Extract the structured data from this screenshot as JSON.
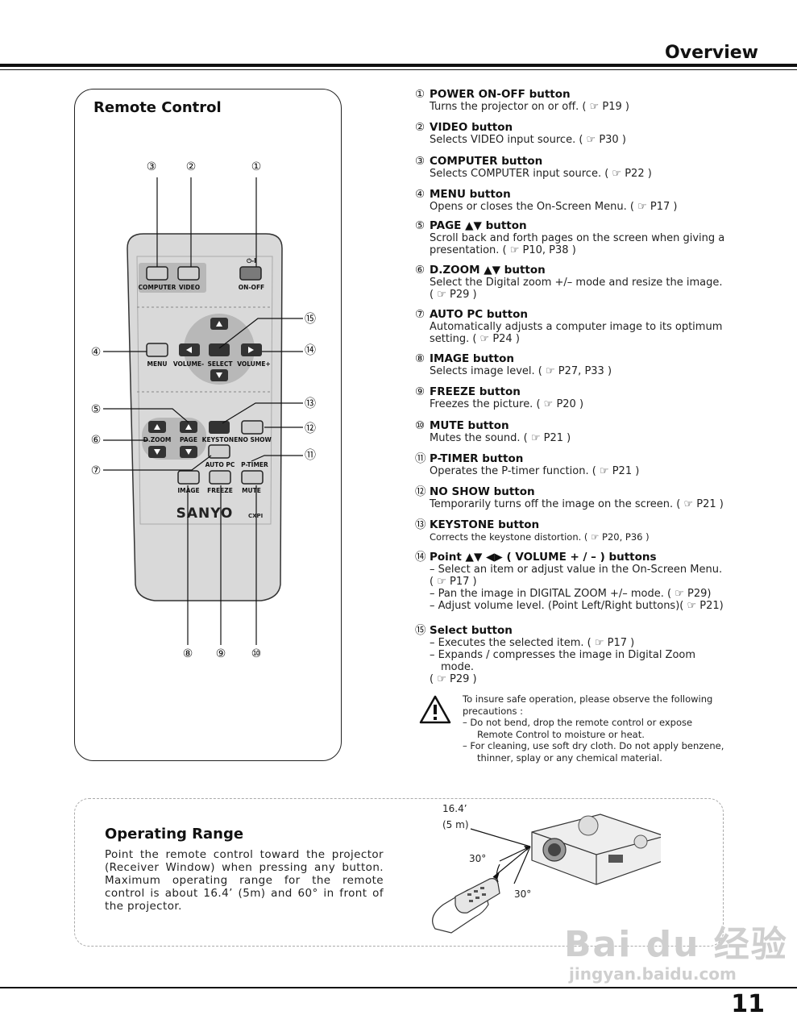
{
  "header": {
    "title": "Overview"
  },
  "remote_control": {
    "title": "Remote Control",
    "callouts": [
      "①",
      "②",
      "③",
      "④",
      "⑤",
      "⑥",
      "⑦",
      "⑧",
      "⑨",
      "⑩",
      "⑪",
      "⑫",
      "⑬",
      "⑭",
      "⑮"
    ],
    "labels": {
      "power_symbol": "⏻-I",
      "computer": "COMPUTER",
      "video": "VIDEO",
      "on_off": "ON-OFF",
      "menu": "MENU",
      "volume_minus": "VOLUME-",
      "select": "SELECT",
      "volume_plus": "VOLUME+",
      "dzoom": "D.ZOOM",
      "page": "PAGE",
      "keystone": "KEYSTONE",
      "no_show": "NO SHOW",
      "auto_pc": "AUTO PC",
      "p_timer": "P-TIMER",
      "image": "IMAGE",
      "freeze": "FREEZE",
      "mute": "MUTE",
      "brand": "SANYO",
      "model": "CXPI"
    }
  },
  "descriptions": [
    {
      "num": "①",
      "title": "POWER ON-OFF button",
      "lines": [
        "Turns the projector on or off.  ( ☞ P19 )"
      ]
    },
    {
      "num": "②",
      "title": "VIDEO button",
      "lines": [
        "Selects VIDEO input source. ( ☞ P30 )"
      ]
    },
    {
      "num": "③",
      "title": "COMPUTER button",
      "lines": [
        "Selects COMPUTER input source. ( ☞ P22 )"
      ]
    },
    {
      "num": "④",
      "title": "MENU button",
      "lines": [
        "Opens or closes the On-Screen Menu. ( ☞ P17 )"
      ]
    },
    {
      "num": "⑤",
      "title": "PAGE  ▲▼ button",
      "lines": [
        "Scroll back and forth pages on the screen when giving a",
        "presentation.  ( ☞ P10, P38 )"
      ]
    },
    {
      "num": "⑥",
      "title": "D.ZOOM ▲▼ button",
      "lines": [
        " Select the Digital zoom +/– mode and resize the image.",
        " ( ☞ P29 )"
      ]
    },
    {
      "num": "⑦",
      "title": "AUTO PC button",
      "lines": [
        "Automatically adjusts a computer image to its optimum",
        "setting. ( ☞ P24 )"
      ]
    },
    {
      "num": "⑧",
      "title": "IMAGE button",
      "lines": [
        "Selects image level. ( ☞ P27, P33 )"
      ]
    },
    {
      "num": "⑨",
      "title": "FREEZE button",
      "lines": [
        "Freezes the picture. ( ☞ P20 )"
      ]
    },
    {
      "num": "⑩",
      "title": "MUTE button",
      "lines": [
        "Mutes the sound. ( ☞ P21 )"
      ]
    },
    {
      "num": "⑪",
      "title": "P-TIMER button",
      "lines": [
        "Operates the P-timer function. ( ☞ P21 )"
      ]
    },
    {
      "num": "⑫",
      "title": "NO SHOW button",
      "lines": [
        " Temporarily turns off the image on the screen. ( ☞ P21 )"
      ]
    },
    {
      "num": "⑬",
      "title": "KEYSTONE button",
      "lines": [
        "Corrects the keystone distortion. ( ☞ P20, P36 )"
      ]
    },
    {
      "num": "⑭",
      "title": "Point ▲▼ ◀▶ ( VOLUME + / – ) buttons",
      "sub": [
        "–  Select an item or adjust  value in the On-Screen Menu.",
        "( ☞ P17 )",
        "–  Pan the image in DIGITAL ZOOM +/– mode. ( ☞ P29)",
        "–  Adjust volume level. (Point Left/Right buttons)( ☞ P21)"
      ]
    },
    {
      "num": "⑮",
      "title": "Select button",
      "sub": [
        "–  Executes the selected item. ( ☞ P17 )",
        "–  Expands / compresses the image in Digital Zoom  mode.",
        "( ☞ P29 )"
      ]
    }
  ],
  "warning": {
    "intro": "To insure safe operation, please observe the following precautions :",
    "items": [
      "–   Do not bend, drop the remote control or expose Remote Control to moisture or heat.",
      "–   For cleaning, use soft dry cloth.   Do not apply benzene, thinner, splay or any chemical material."
    ]
  },
  "operating_range": {
    "title": "Operating Range",
    "text": "Point the remote control toward the projector (Receiver Window) when pressing any button. Maximum operating range for the remote control is about 16.4’ (5m) and 60° in front  of the projector.",
    "distance_ft": "16.4’",
    "distance_m": "(5 m)",
    "angle_upper": "30°",
    "angle_lower": "30°"
  },
  "footer": {
    "page_number": "11"
  },
  "watermark": {
    "main": "Bai du 经验",
    "sub": "jingyan.baidu.com"
  }
}
